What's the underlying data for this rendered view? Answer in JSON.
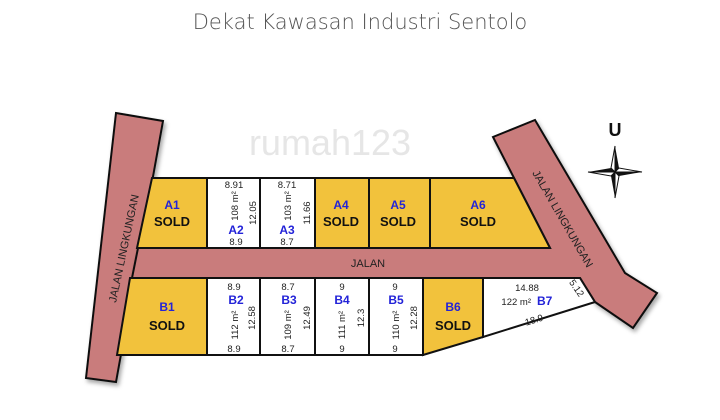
{
  "header": {
    "subtitle": "Dekat Kawasan Industri Sentolo"
  },
  "watermark": "rumah123",
  "roads": {
    "left": "JALAN LINGKUNGAN",
    "main": "JALAN",
    "right": "JALAN LINGKUNGAN"
  },
  "compass": {
    "north": "U"
  },
  "sold_label": "SOLD",
  "lots": {
    "A1": {
      "id": "A1"
    },
    "A2": {
      "id": "A2",
      "top": "8.91",
      "bottom": "8.9",
      "area": "108 m²",
      "side": "12.05"
    },
    "A3": {
      "id": "A3",
      "top": "8.71",
      "bottom": "8.7",
      "area": "103 m²",
      "side": "11.66"
    },
    "A4": {
      "id": "A4"
    },
    "A5": {
      "id": "A5"
    },
    "A6": {
      "id": "A6"
    },
    "B1": {
      "id": "B1"
    },
    "B2": {
      "id": "B2",
      "top": "8.9",
      "bottom": "8.9",
      "area": "112 m²",
      "side": "12.58"
    },
    "B3": {
      "id": "B3",
      "top": "8.7",
      "bottom": "8.7",
      "area": "109 m²",
      "side": "12.49"
    },
    "B4": {
      "id": "B4",
      "top": "9",
      "bottom": "9",
      "area": "111 m²",
      "side": "12.3"
    },
    "B5": {
      "id": "B5",
      "top": "9",
      "bottom": "9",
      "area": "110 m²",
      "side": "12.28"
    },
    "B6": {
      "id": "B6"
    },
    "B7": {
      "id": "B7",
      "top": "14.88",
      "bottom": "18.9",
      "area": "122 m²",
      "side": "5.12"
    }
  },
  "colors": {
    "sold": "#f2c23c",
    "road": "#c97b7b",
    "lot_id": "#2323d8"
  }
}
